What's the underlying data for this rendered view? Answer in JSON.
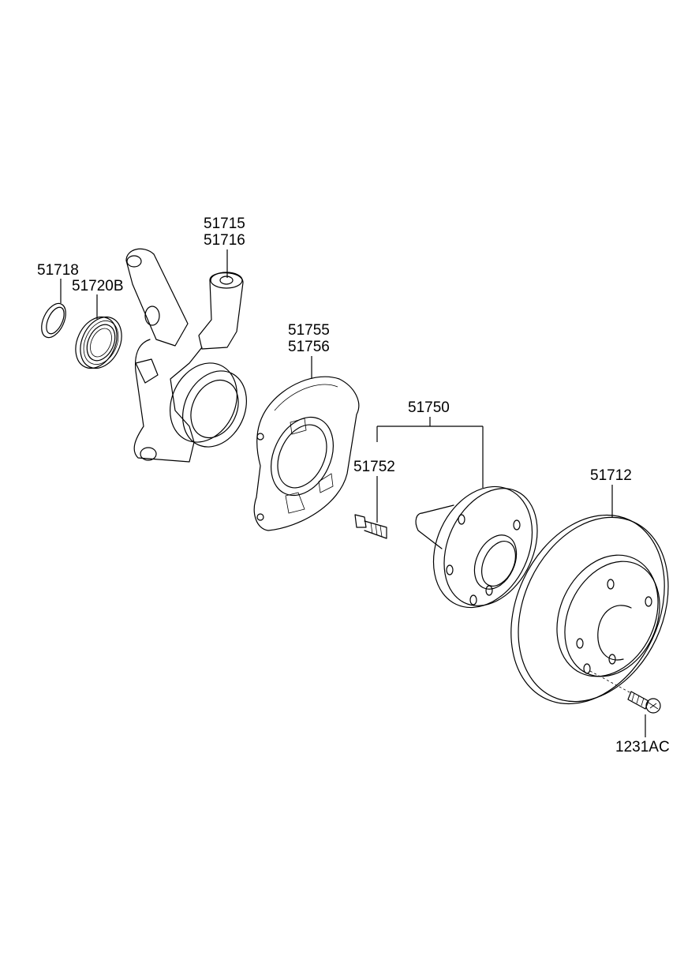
{
  "parts": {
    "circlip": {
      "number": "51718"
    },
    "bearing": {
      "number": "51720B"
    },
    "knuckle": {
      "number_a": "51715",
      "number_b": "51716"
    },
    "dust_cover": {
      "number_a": "51755",
      "number_b": "51756"
    },
    "hub_assembly": {
      "number": "51750"
    },
    "hub_bolt": {
      "number": "51752"
    },
    "brake_disc": {
      "number": "51712"
    },
    "screw": {
      "number": "1231AC"
    }
  }
}
